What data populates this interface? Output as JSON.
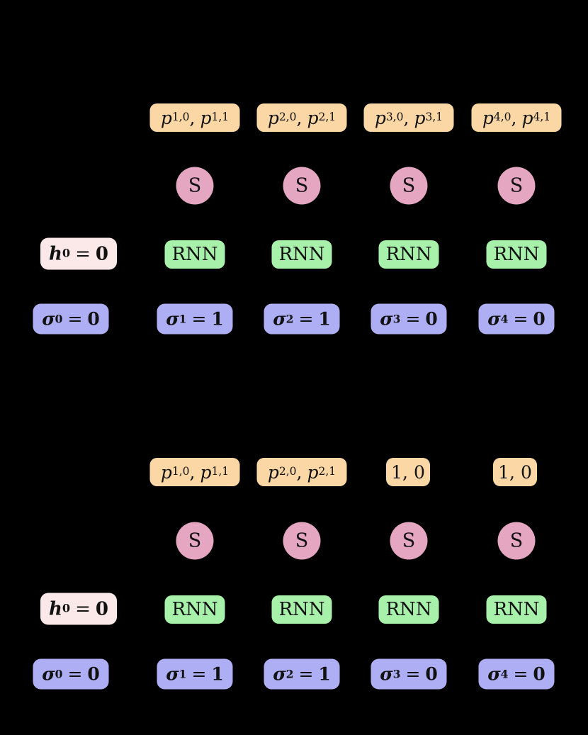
{
  "figure": {
    "background": "#000000",
    "text_color": "#111111",
    "colors": {
      "prob_box": "#FAD7A4",
      "sample_node": "#E5A6C1",
      "hidden_box": "#FBE9E9",
      "rnn_box": "#A8F1AB",
      "sigma_box": "#AEAEF5"
    }
  },
  "top_diagram": {
    "prob_boxes": [
      {
        "sym1": "p",
        "sub1": "1,0",
        "sep": ",",
        "sym2": "p",
        "sub2": "1,1"
      },
      {
        "sym1": "p",
        "sub1": "2,0",
        "sep": ",",
        "sym2": "p",
        "sub2": "2,1"
      },
      {
        "sym1": "p",
        "sub1": "3,0",
        "sep": ",",
        "sym2": "p",
        "sub2": "3,1"
      },
      {
        "sym1": "p",
        "sub1": "4,0",
        "sep": ",",
        "sym2": "p",
        "sub2": "4,1"
      }
    ],
    "sample_nodes": [
      "S",
      "S",
      "S",
      "S"
    ],
    "hidden_state": {
      "sym": "h",
      "sub": "0",
      "eq": "=",
      "val": "0"
    },
    "rnn_cells": [
      "RNN",
      "RNN",
      "RNN",
      "RNN"
    ],
    "sigma_boxes": [
      {
        "sym": "σ",
        "sub": "0",
        "eq": "=",
        "val": "0"
      },
      {
        "sym": "σ",
        "sub": "1",
        "eq": "=",
        "val": "1"
      },
      {
        "sym": "σ",
        "sub": "2",
        "eq": "=",
        "val": "1"
      },
      {
        "sym": "σ",
        "sub": "3",
        "eq": "=",
        "val": "0"
      },
      {
        "sym": "σ",
        "sub": "4",
        "eq": "=",
        "val": "0"
      }
    ]
  },
  "bottom_diagram": {
    "prob_boxes": [
      {
        "sym1": "p",
        "sub1": "1,0",
        "sep": ",",
        "sym2": "p",
        "sub2": "1,1"
      },
      {
        "sym1": "p",
        "sub1": "2,0",
        "sep": ",",
        "sym2": "p",
        "sub2": "2,1"
      }
    ],
    "const_boxes": [
      "1, 0",
      "1, 0"
    ],
    "sample_nodes": [
      "S",
      "S",
      "S",
      "S"
    ],
    "hidden_state": {
      "sym": "h",
      "sub": "0",
      "eq": "=",
      "val": "0"
    },
    "rnn_cells": [
      "RNN",
      "RNN",
      "RNN",
      "RNN"
    ],
    "sigma_boxes": [
      {
        "sym": "σ",
        "sub": "0",
        "eq": "=",
        "val": "0"
      },
      {
        "sym": "σ",
        "sub": "1",
        "eq": "=",
        "val": "1"
      },
      {
        "sym": "σ",
        "sub": "2",
        "eq": "=",
        "val": "1"
      },
      {
        "sym": "σ",
        "sub": "3",
        "eq": "=",
        "val": "0"
      },
      {
        "sym": "σ",
        "sub": "4",
        "eq": "=",
        "val": "0"
      }
    ]
  }
}
